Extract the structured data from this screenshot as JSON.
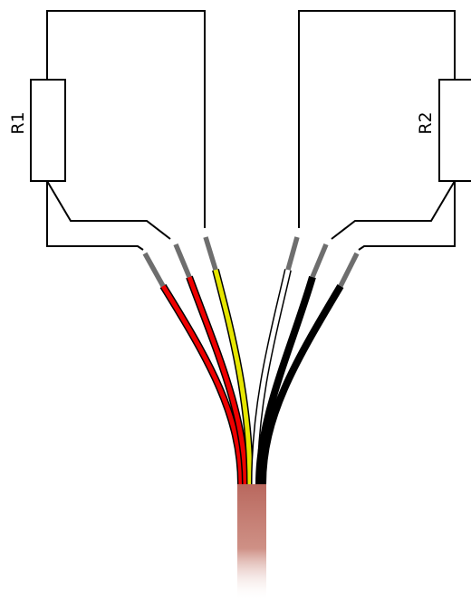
{
  "resistors": {
    "r1": {
      "label": "R1"
    },
    "r2": {
      "label": "R2"
    }
  },
  "colors": {
    "line": "#000000",
    "tip": "#6e6e6e",
    "red": "#ee0000",
    "yellow": "#e6e600",
    "white": "#ffffff",
    "black": "#000000",
    "jacket": "#c97b70"
  },
  "wires": [
    {
      "name": "red-wire-1",
      "color": "red"
    },
    {
      "name": "red-wire-2",
      "color": "red"
    },
    {
      "name": "yellow-wire",
      "color": "yellow"
    },
    {
      "name": "white-wire",
      "color": "white"
    },
    {
      "name": "black-wire-1",
      "color": "black"
    },
    {
      "name": "black-wire-2",
      "color": "black"
    }
  ]
}
